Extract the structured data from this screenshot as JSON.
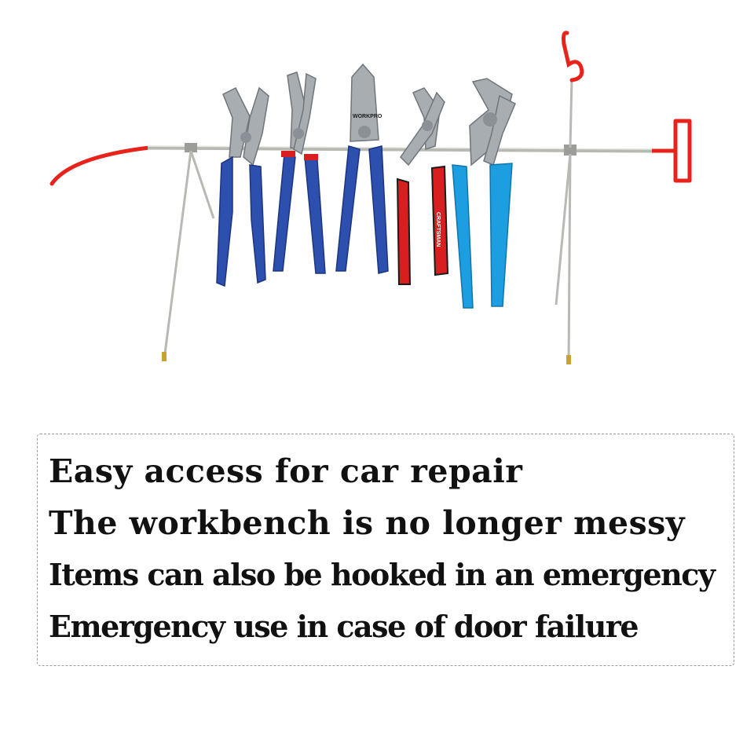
{
  "features": [
    "Easy access for car repair",
    "The workbench is no longer messy",
    "Items can also be hooked in an emergency",
    "Emergency use in case of door failure"
  ],
  "tool_labels": {
    "pliers_3": "WORKPRO",
    "pliers_4": "CRAFTSMAN"
  },
  "colors": {
    "rod": "#b9b9b4",
    "hook": "#e8231c",
    "handle_blue": "#2d4fae",
    "handle_red": "#d81e1e",
    "handle_cyan": "#1c9ee0",
    "jaw_steel": "#a8adb2"
  }
}
